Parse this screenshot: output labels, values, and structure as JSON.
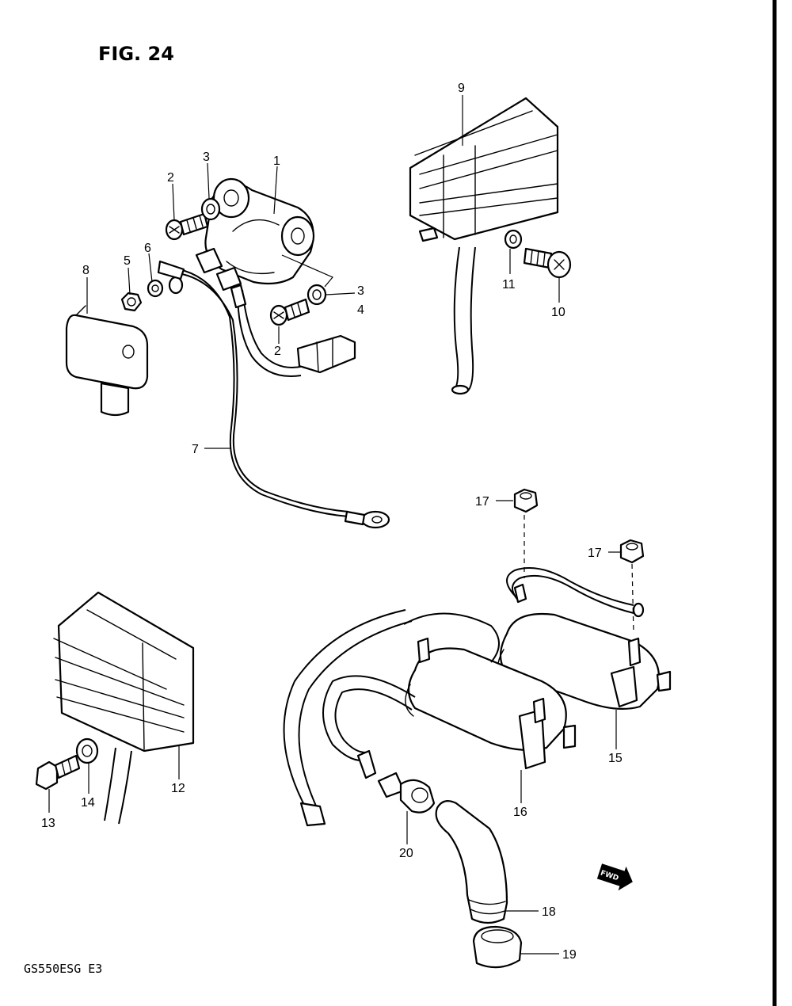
{
  "figure": {
    "title": "FIG. 24",
    "model_code": "GS550ESG  E3"
  },
  "direction_badge": {
    "label": "FWD",
    "icon": "forward-arrow-icon"
  },
  "callouts": [
    "1",
    "2",
    "3",
    "2",
    "3",
    "4",
    "5",
    "6",
    "7",
    "8",
    "9",
    "10",
    "11",
    "12",
    "13",
    "14",
    "15",
    "16",
    "17",
    "17",
    "18",
    "19",
    "20"
  ]
}
